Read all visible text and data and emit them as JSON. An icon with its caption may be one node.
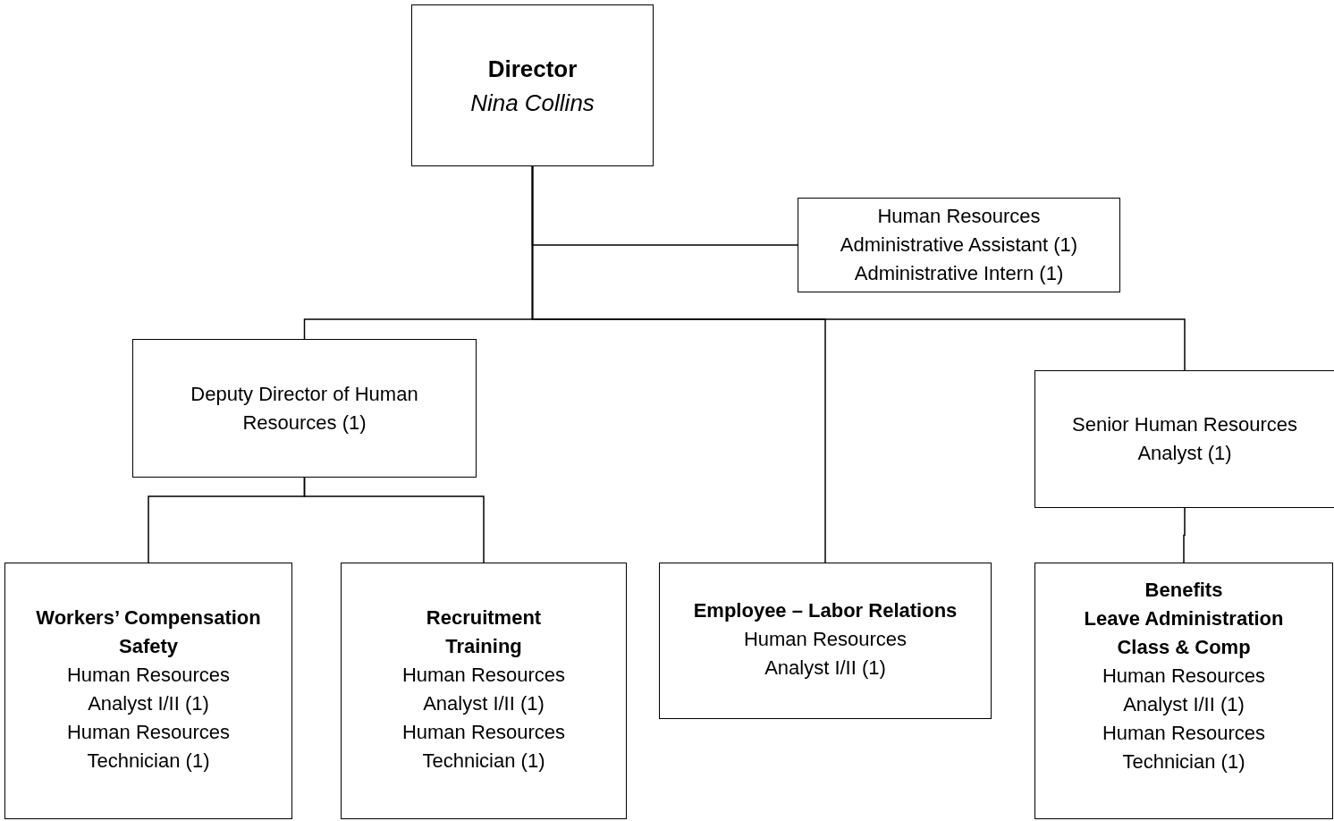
{
  "diagram": {
    "nodes": [
      {
        "text": [
          "Director",
          "Nina Collins"
        ]
      },
      {
        "text": [
          "Human Resources",
          "Administrative Assistant (1)",
          "Administrative Intern (1)"
        ]
      },
      {
        "text": [
          "Deputy Director of Human Resources (1)"
        ]
      },
      {
        "text": [
          "Senior Human Resources Analyst (1)"
        ]
      },
      {
        "text": [
          "Workers’ Compensation",
          "Safety",
          "Human Resources Analyst I/II (1)",
          "Human Resources Technician (1)"
        ]
      },
      {
        "text": [
          "Recruitment",
          "Training",
          "Human Resources Analyst I/II (1)",
          "Human Resources Technician (1)"
        ]
      },
      {
        "text": [
          "Employee – Labor Relations",
          "Human Resources Analyst I/II (1)"
        ]
      },
      {
        "text": [
          "Benefits",
          "Leave Administration",
          "Class & Comp",
          "Human Resources Analyst I/II (1)",
          "Human Resources Technician (1)"
        ]
      }
    ],
    "edges": [
      {
        "from": 0,
        "to": 1,
        "arrow": "none"
      },
      {
        "from": 0,
        "to": 2,
        "arrow": "none"
      },
      {
        "from": 0,
        "to": 6,
        "arrow": "none"
      },
      {
        "from": 0,
        "to": 3,
        "arrow": "none"
      },
      {
        "from": 2,
        "to": 4,
        "arrow": "none"
      },
      {
        "from": 2,
        "to": 5,
        "arrow": "none"
      },
      {
        "from": 3,
        "to": 7,
        "arrow": "none"
      }
    ]
  }
}
